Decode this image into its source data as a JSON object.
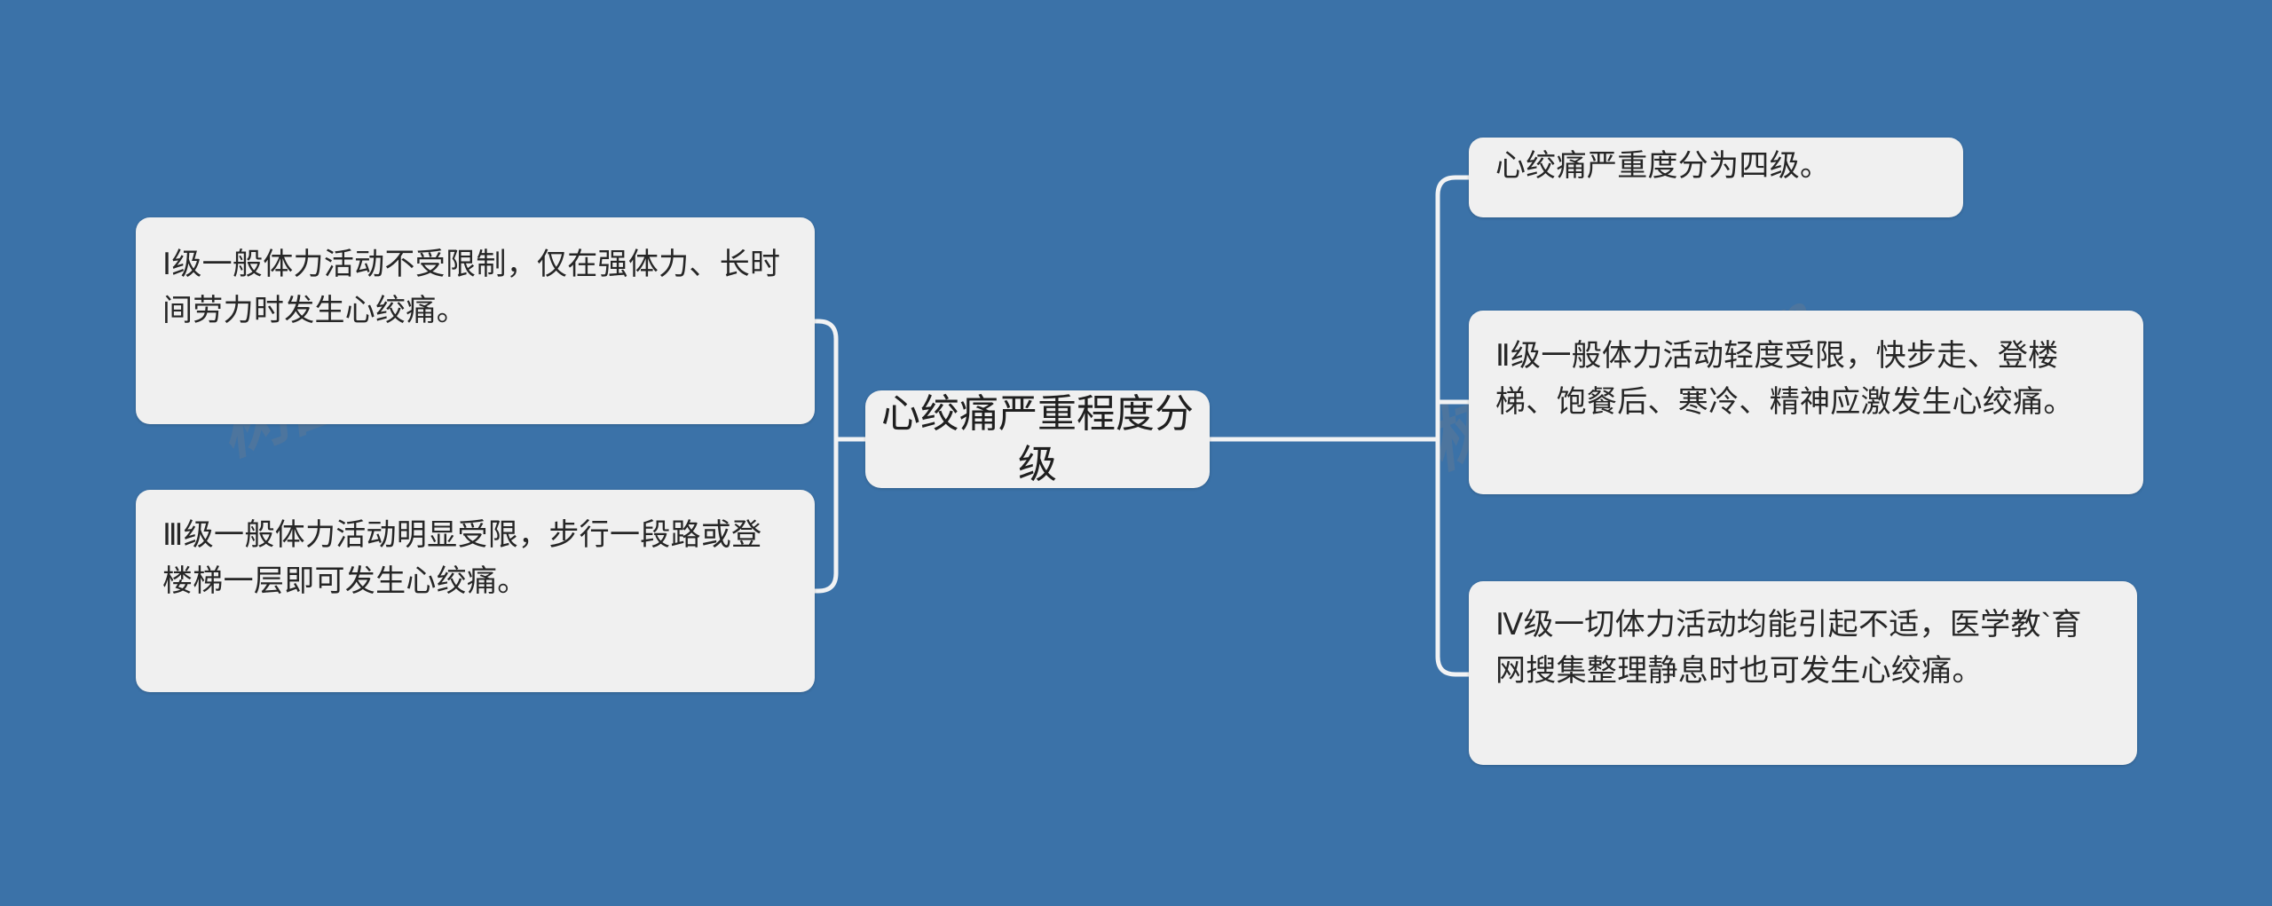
{
  "canvas": {
    "background_color": "#3b72a8",
    "node_color": "#f0f0f0",
    "connector_color": "#f2f3f4",
    "text_color": "#262626"
  },
  "watermark": {
    "left_text": "树图 shutu.cn",
    "right_text": "树图 shutu.cn"
  },
  "mindmap": {
    "central": {
      "label": "心绞痛严重程度分级"
    },
    "left_branch": [
      {
        "id": "grade1",
        "label": "Ⅰ级一般体力活动不受限制，仅在强体力、长时间劳力时发生心绞痛。"
      },
      {
        "id": "grade3",
        "label": "Ⅲ级一般体力活动明显受限，步行一段路或登楼梯一层即可发生心绞痛。"
      }
    ],
    "right_branch": [
      {
        "id": "overview",
        "label": "心绞痛严重度分为四级。"
      },
      {
        "id": "grade2",
        "label": "Ⅱ级一般体力活动轻度受限，快步走、登楼梯、饱餐后、寒冷、精神应激发生心绞痛。"
      },
      {
        "id": "grade4",
        "label": "Ⅳ级一切体力活动均能引起不适，医学教`育网搜集整理静息时也可发生心绞痛。"
      }
    ]
  }
}
